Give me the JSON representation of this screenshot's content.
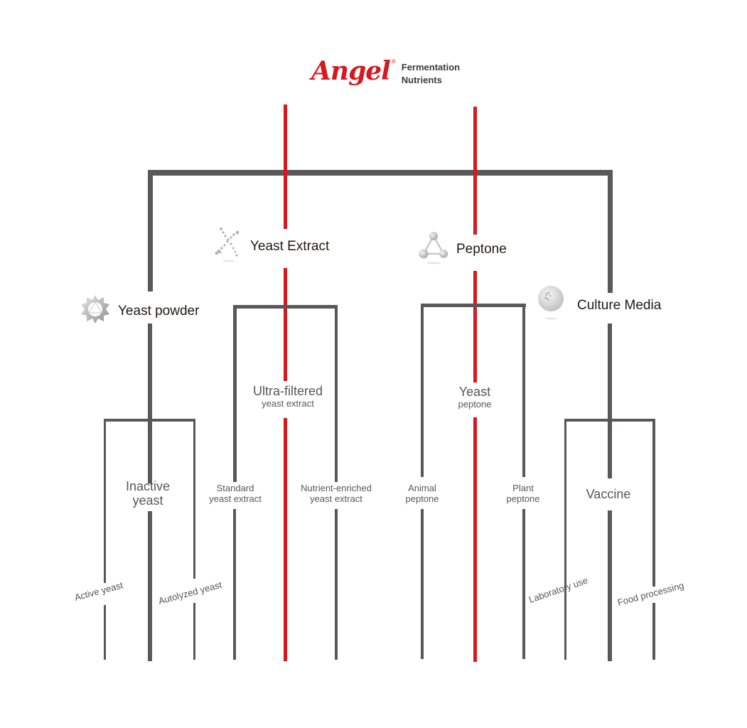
{
  "brand": {
    "logo_word": "Angel",
    "registered_mark": "®",
    "tagline_line1": "Fermentation",
    "tagline_line2": "Nutrients",
    "brand_color": "#d7181f"
  },
  "colors": {
    "primary_line": "#d7181f",
    "secondary_line": "#595757",
    "text": "#595757",
    "category_text": "#1f1a17"
  },
  "categories": [
    {
      "key": "yeast_powder",
      "label": "Yeast powder",
      "icon": "star-crystal-icon"
    },
    {
      "key": "yeast_extract",
      "label": "Yeast Extract",
      "icon": "molecule-x-icon"
    },
    {
      "key": "peptone",
      "label": "Peptone",
      "icon": "molecule-triangle-icon"
    },
    {
      "key": "culture_media",
      "label": "Culture Media",
      "icon": "petri-sphere-icon"
    }
  ],
  "subcategories": {
    "inactive_yeast": {
      "line1": "Inactive",
      "line2": "yeast"
    },
    "ultra_filtered": {
      "line1": "Ultra-filtered",
      "line2": "yeast extract"
    },
    "yeast_peptone": {
      "line1": "Yeast",
      "line2": "peptone"
    },
    "vaccine": {
      "line1": "Vaccine"
    },
    "standard_ye": {
      "line1": "Standard",
      "line2": "yeast extract"
    },
    "nutrient_enriched_ye": {
      "line1": "Nutrient-enriched",
      "line2": "yeast extract"
    },
    "animal_peptone": {
      "line1": "Animal",
      "line2": "peptone"
    },
    "plant_peptone": {
      "line1": "Plant",
      "line2": "peptone"
    }
  },
  "leaves": {
    "active_yeast": "Active yeast",
    "autolyzed_yeast": "Autolyzed yeast",
    "laboratory_use": "Laboratory use",
    "food_processing": "Food processing"
  }
}
